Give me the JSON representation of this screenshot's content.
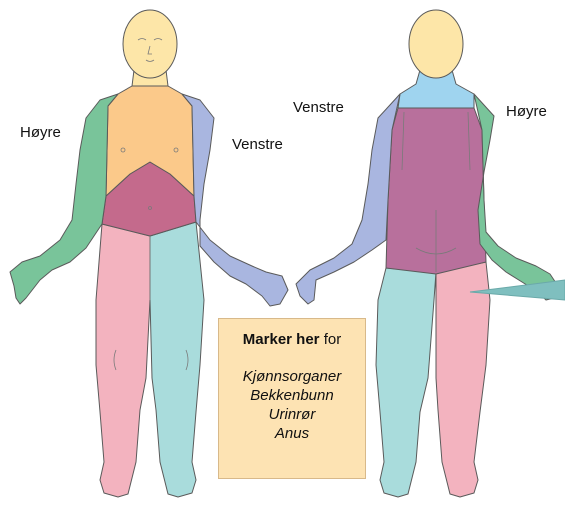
{
  "labels": {
    "front_right": "Høyre",
    "front_left": "Venstre",
    "back_left": "Venstre",
    "back_right": "Høyre"
  },
  "marker": {
    "heading_bold": "Marker her",
    "heading_rest": "for",
    "items": [
      "Kjønnsorganer",
      "Bekkenbunn",
      "Urinrør",
      "Anus"
    ]
  },
  "colors": {
    "head": "#fde6a8",
    "chest": "#fbc98a",
    "abdomen": "#c46a8c",
    "right_side": "#79c49a",
    "left_side": "#a9b6e0",
    "legs_pink": "#f3b3bf",
    "legs_cyan": "#a9dcdc",
    "neck_back": "#9fd4ef",
    "back": "#b8709c",
    "marker_box": "#fde3b3",
    "arrow": "#7fbfbf"
  }
}
